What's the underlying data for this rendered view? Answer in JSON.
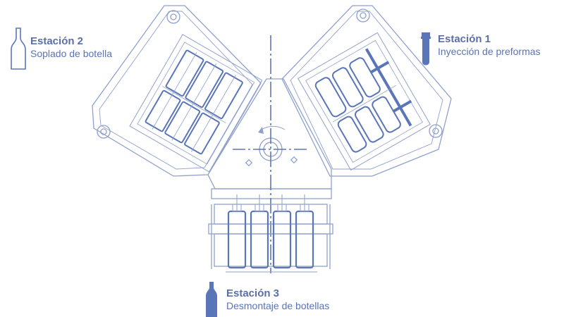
{
  "colors": {
    "line": "#8fa0cd",
    "accent": "#5b76b8",
    "fill_light": "#dfe5f2",
    "title_text": "#5b6fa8",
    "sub_text": "#5a73b4"
  },
  "stations": [
    {
      "title": "Estación 1",
      "subtitle": "Inyección de preformas",
      "icon": "preform-icon"
    },
    {
      "title": "Estación 2",
      "subtitle": "Soplado de botella",
      "icon": "bottle-outline-icon"
    },
    {
      "title": "Estación 3",
      "subtitle": "Desmontaje de botellas",
      "icon": "bottle-filled-icon"
    }
  ]
}
